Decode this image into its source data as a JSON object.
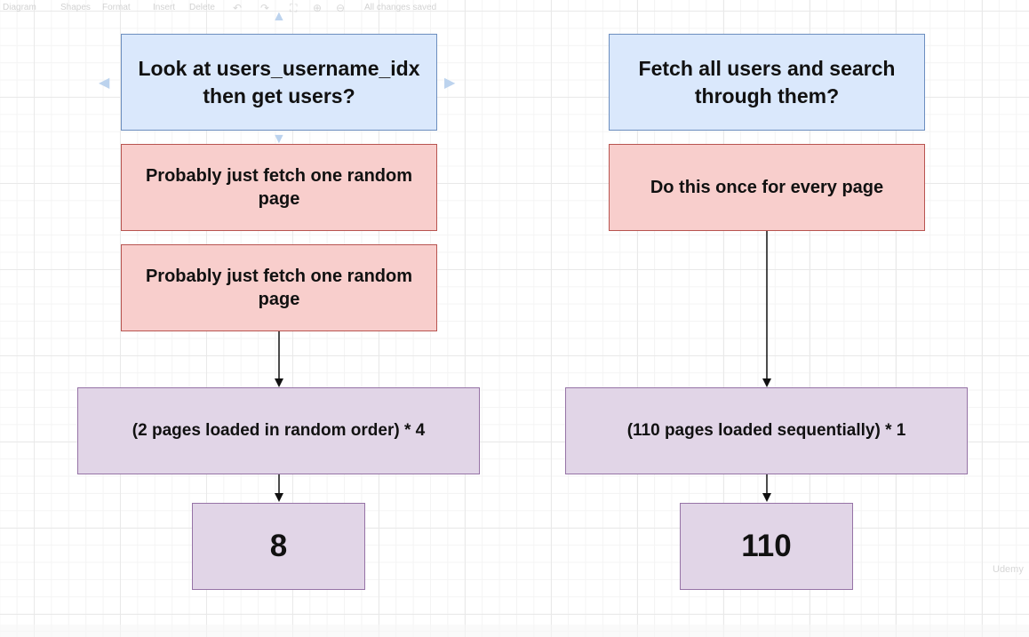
{
  "toolbar": {
    "items": [
      "Diagram",
      "Shapes",
      "Format",
      "Insert",
      "Delete"
    ],
    "status": "All changes saved",
    "icons": [
      "undo-icon",
      "redo-icon",
      "fit-icon",
      "zoom-in-icon",
      "zoom-out-icon"
    ]
  },
  "left": {
    "question": "Look at users_username_idx then get users?",
    "note1": "Probably just fetch one random page",
    "note2": "Probably just fetch one random page",
    "calc": "(2 pages loaded in random order) * 4",
    "result": "8"
  },
  "right": {
    "question": "Fetch all users and search through them?",
    "note": "Do this once for every page",
    "calc": "(110 pages loaded sequentially) * 1",
    "result": "110"
  },
  "watermark": "Udemy",
  "colors": {
    "blue_fill": "#dae8fc",
    "blue_stroke": "#6c8ebf",
    "red_fill": "#f8cecc",
    "red_stroke": "#b85450",
    "purple_fill": "#e1d5e7",
    "purple_stroke": "#9673a6"
  }
}
